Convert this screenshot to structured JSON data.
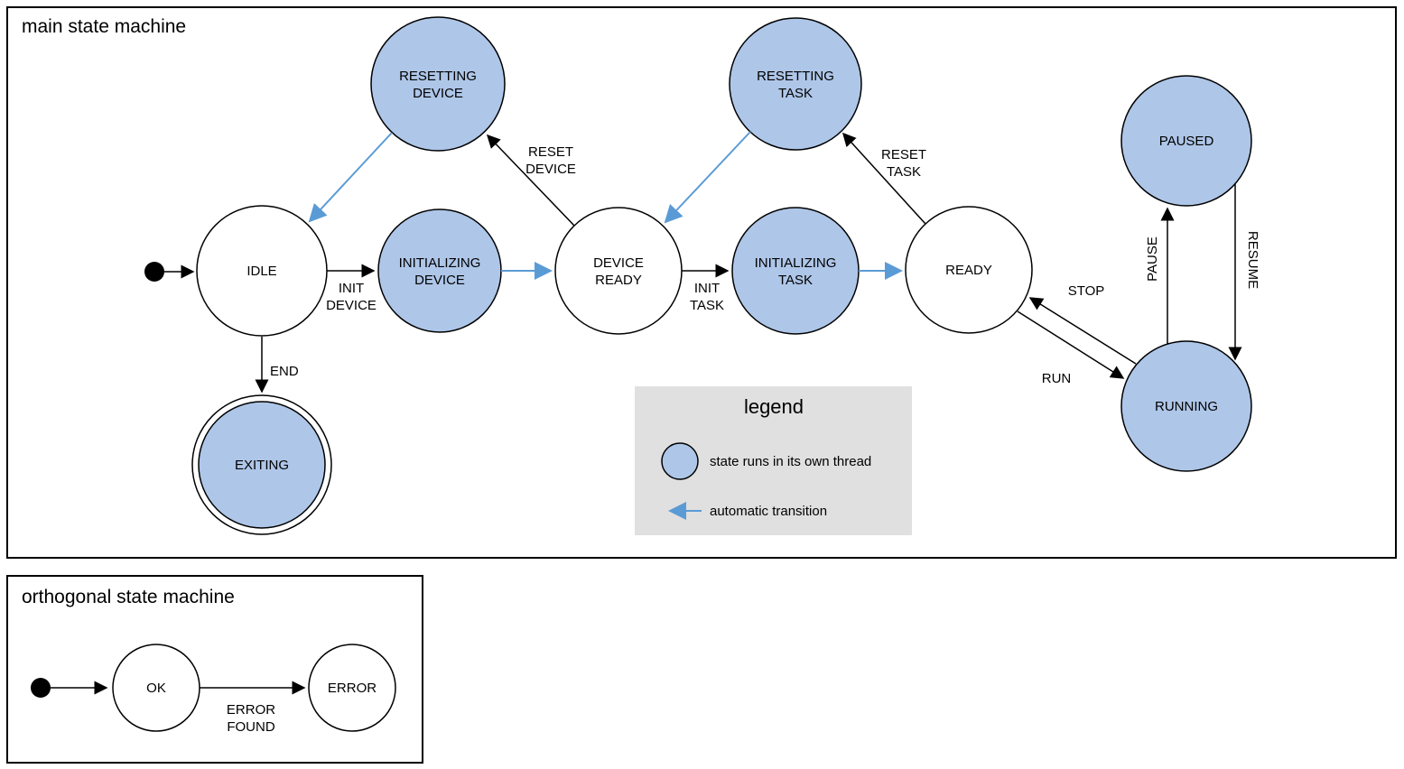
{
  "main": {
    "title": "main state machine",
    "states": {
      "idle": {
        "label": "IDLE"
      },
      "resetting_device": {
        "line1": "RESETTING",
        "line2": "DEVICE"
      },
      "initializing_device": {
        "line1": "INITIALIZING",
        "line2": "DEVICE"
      },
      "device_ready": {
        "line1": "DEVICE",
        "line2": "READY"
      },
      "resetting_task": {
        "line1": "RESETTING",
        "line2": "TASK"
      },
      "initializing_task": {
        "line1": "INITIALIZING",
        "line2": "TASK"
      },
      "ready": {
        "label": "READY"
      },
      "paused": {
        "label": "PAUSED"
      },
      "running": {
        "label": "RUNNING"
      },
      "exiting": {
        "label": "EXITING"
      }
    },
    "transitions": {
      "init_device": {
        "line1": "INIT",
        "line2": "DEVICE"
      },
      "reset_device": {
        "line1": "RESET",
        "line2": "DEVICE"
      },
      "init_task": {
        "line1": "INIT",
        "line2": "TASK"
      },
      "reset_task": {
        "line1": "RESET",
        "line2": "TASK"
      },
      "end": {
        "label": "END"
      },
      "run": {
        "label": "RUN"
      },
      "stop": {
        "label": "STOP"
      },
      "pause": {
        "label": "PAUSE"
      },
      "resume": {
        "label": "RESUME"
      }
    }
  },
  "legend": {
    "title": "legend",
    "thread_note": "state runs in its own thread",
    "auto_note": "automatic transition"
  },
  "orthogonal": {
    "title": "orthogonal state machine",
    "states": {
      "ok": {
        "label": "OK"
      },
      "error": {
        "label": "ERROR"
      }
    },
    "transitions": {
      "error_found": {
        "line1": "ERROR",
        "line2": "FOUND"
      }
    }
  },
  "colors": {
    "state_fill": "#aec6e8",
    "auto_transition_blue": "#5b9bd5",
    "legend_bg": "#e0e0e0",
    "stroke": "#000000"
  }
}
